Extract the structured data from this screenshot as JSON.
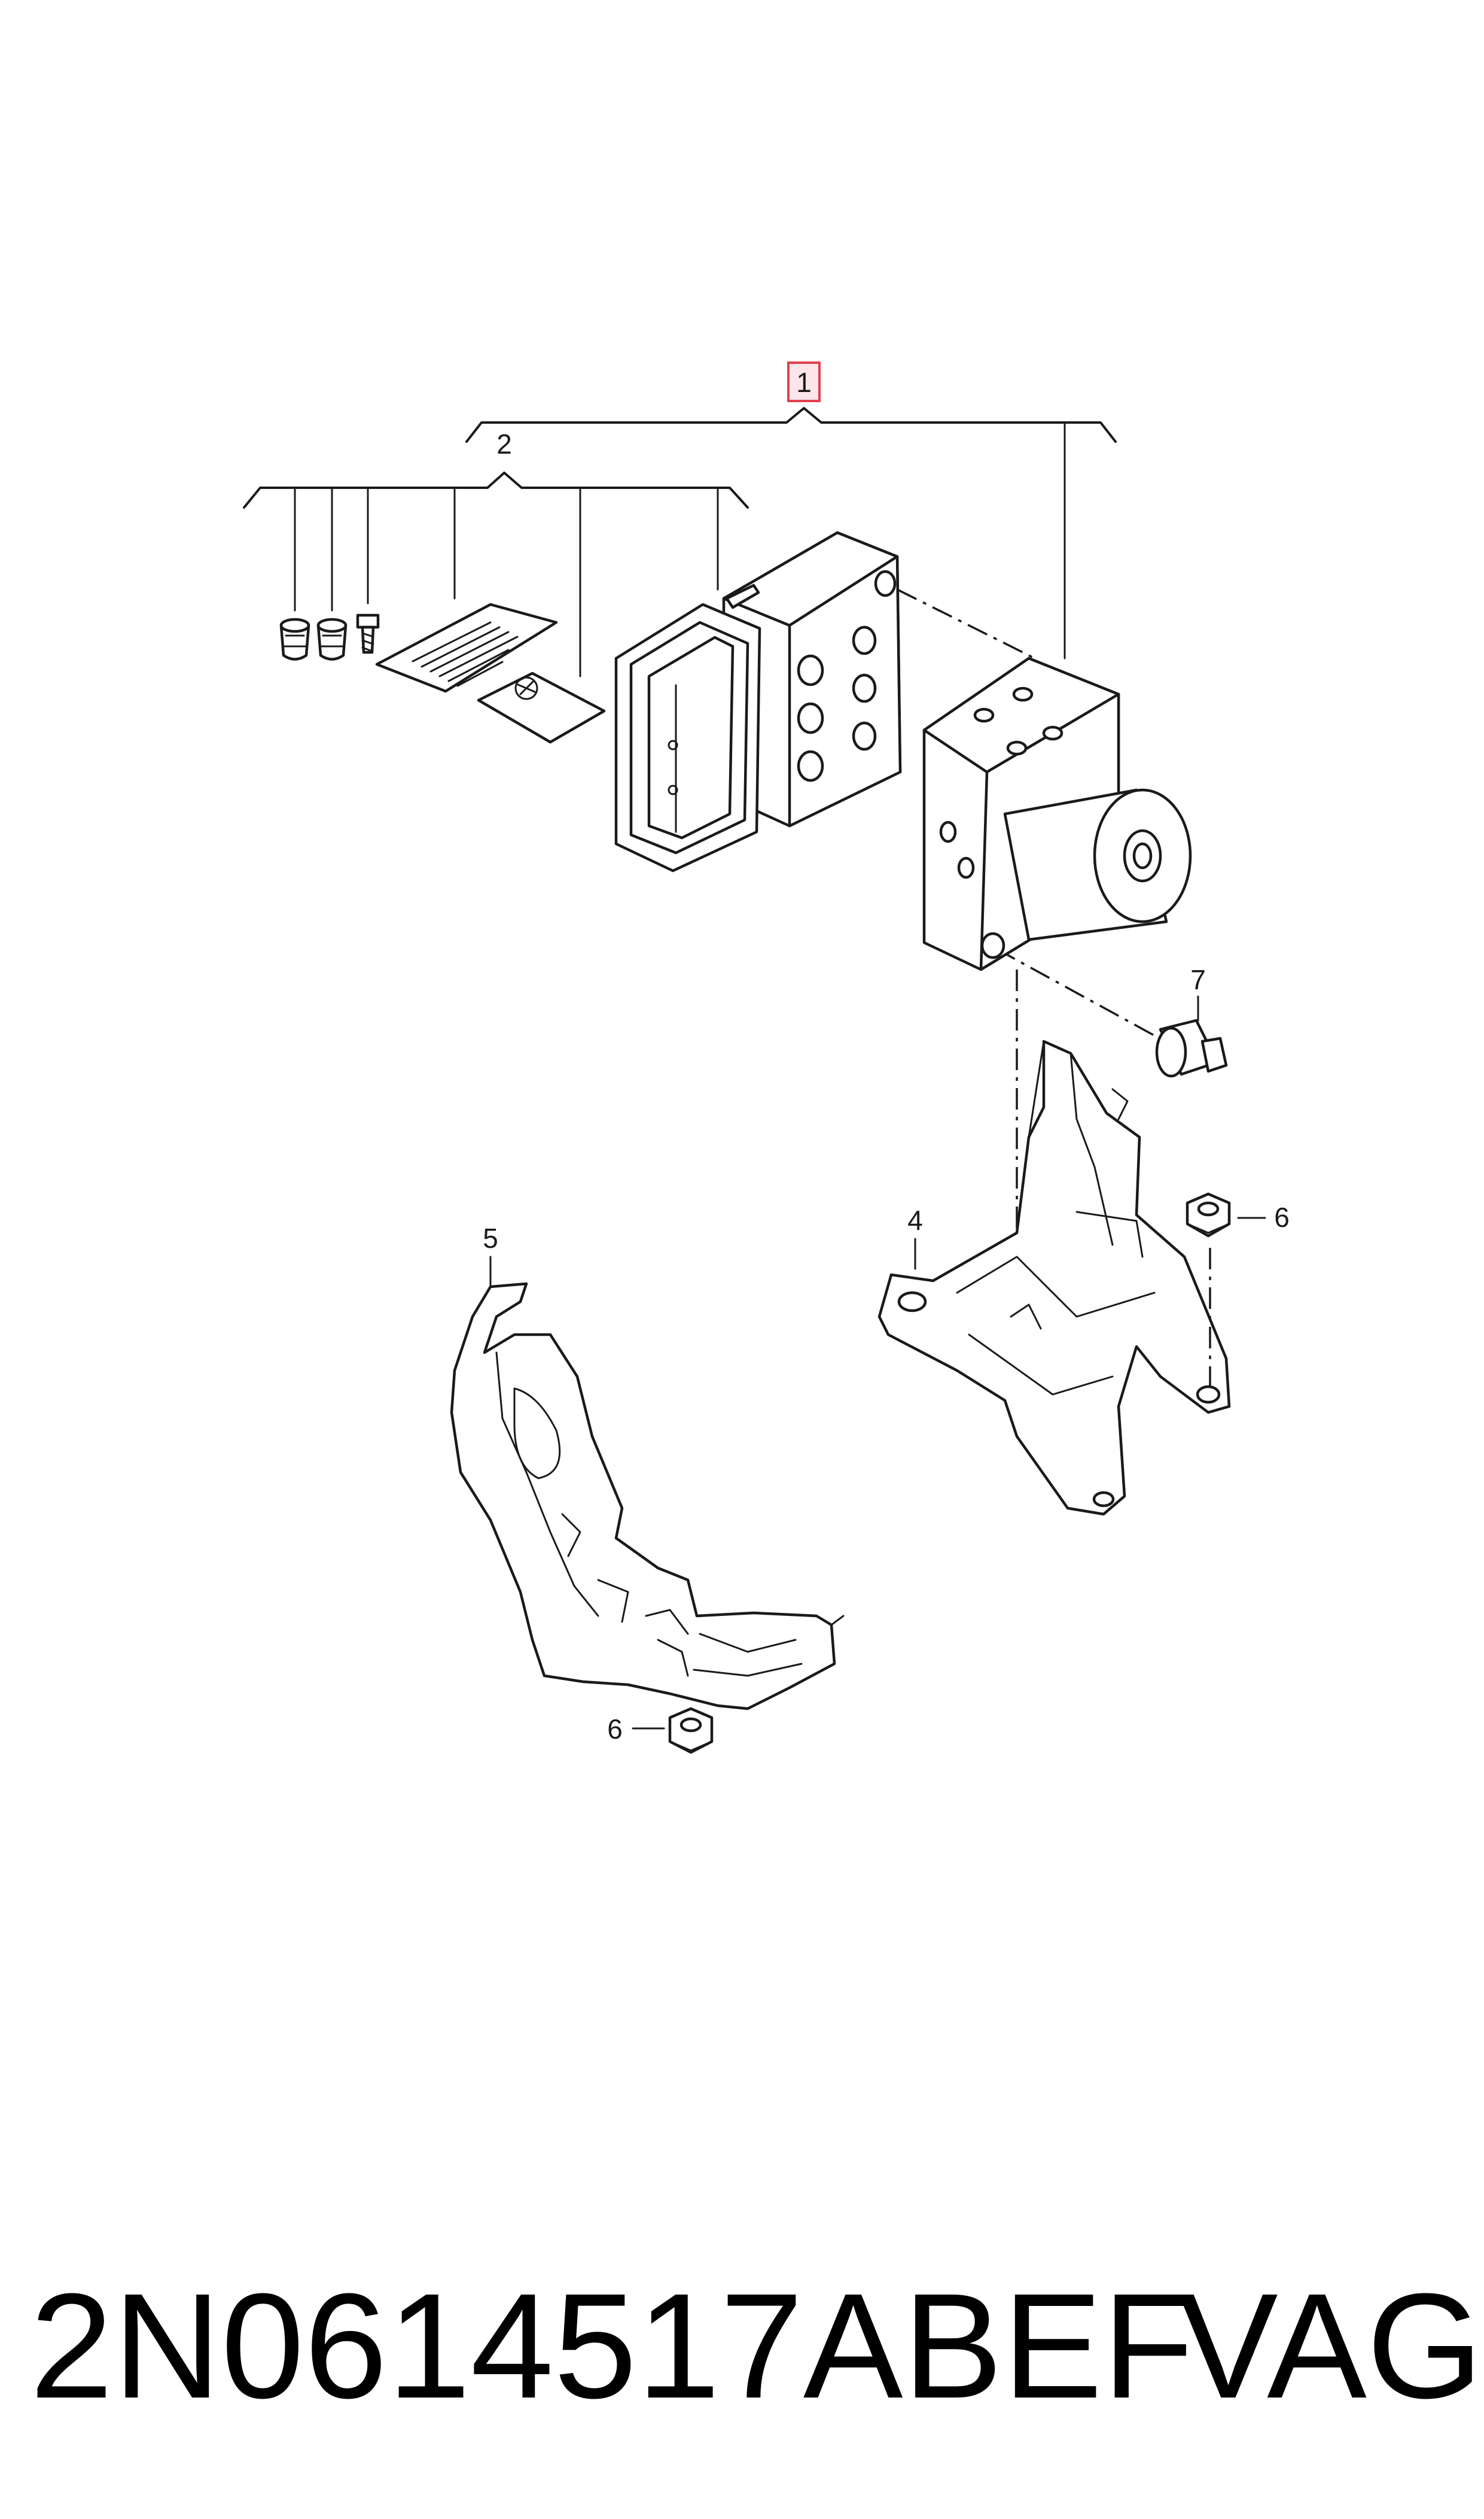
{
  "diagram": {
    "callouts": {
      "item_1": "1",
      "item_2": "2",
      "item_4": "4",
      "item_5": "5",
      "item_6_right": "6",
      "item_6_bottom": "6",
      "item_7": "7"
    },
    "highlight_color": "#e3404f",
    "line_color": "#1a1a1a"
  },
  "caption": {
    "part_number": "2N0614517ABEF",
    "brand": "VAG"
  }
}
